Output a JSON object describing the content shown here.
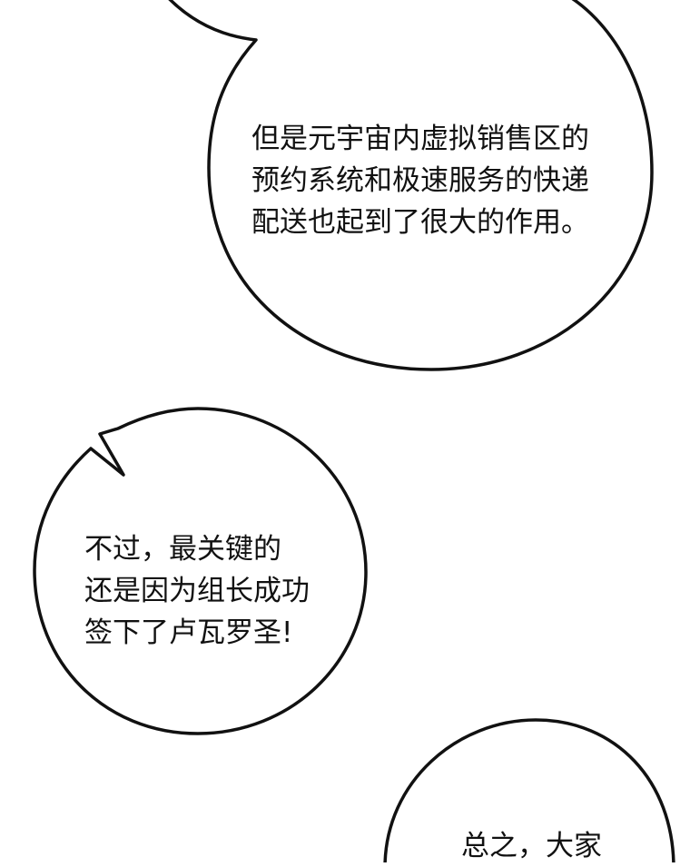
{
  "colors": {
    "background": "#ffffff",
    "outline": "#111111",
    "text": "#111111"
  },
  "bubbles": [
    {
      "lines": [
        "但是元宇宙内虚拟销售区的",
        "预约系统和极速服务的快递",
        "配送也起到了很大的作用。"
      ]
    },
    {
      "lines": [
        "不过，最关键的",
        "还是因为组长成功",
        "签下了卢瓦罗圣!"
      ]
    },
    {
      "lines": [
        "总之，大家"
      ]
    }
  ]
}
